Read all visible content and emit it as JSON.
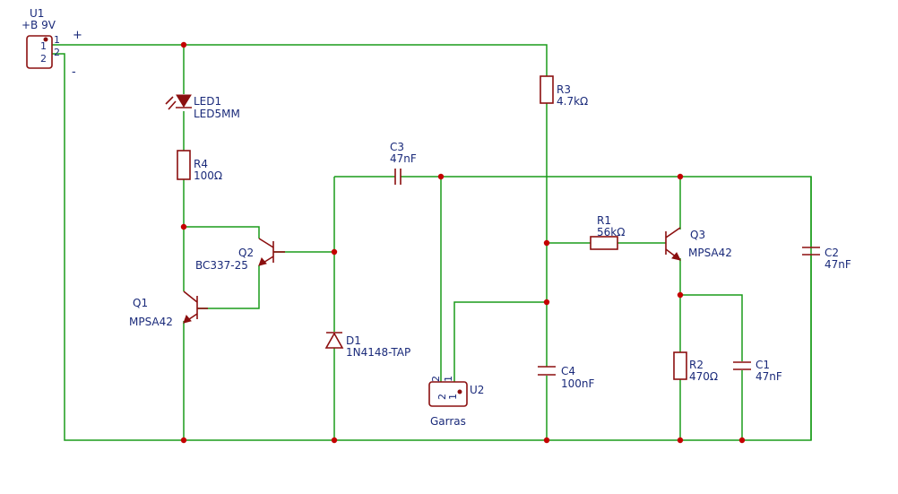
{
  "u1": {
    "ref": "U1",
    "value": "+B 9V",
    "pin1": "1",
    "pin2": "2",
    "plus": "+",
    "minus": "-"
  },
  "led1": {
    "ref": "LED1",
    "value": "LED5MM"
  },
  "r4": {
    "ref": "R4",
    "value": "100Ω"
  },
  "r3": {
    "ref": "R3",
    "value": "4.7kΩ"
  },
  "c3": {
    "ref": "C3",
    "value": "47nF"
  },
  "q2": {
    "ref": "Q2",
    "value": "BC337-25"
  },
  "q1": {
    "ref": "Q1",
    "value": "MPSA42"
  },
  "d1": {
    "ref": "D1",
    "value": "1N4148-TAP"
  },
  "r1": {
    "ref": "R1",
    "value": "56kΩ"
  },
  "q3": {
    "ref": "Q3",
    "value": "MPSA42"
  },
  "c2": {
    "ref": "C2",
    "value": "47nF"
  },
  "c4": {
    "ref": "C4",
    "value": "100nF"
  },
  "u2": {
    "ref": "U2",
    "value": "Garras",
    "pin1": "1",
    "pin2": "2"
  },
  "r2": {
    "ref": "R2",
    "value": "470Ω"
  },
  "c1": {
    "ref": "C1",
    "value": "47nF"
  },
  "colors": {
    "wire": "#1a9c1a",
    "component": "#8b0f0f",
    "junction": "#c40000",
    "label": "#1a2a7a"
  }
}
